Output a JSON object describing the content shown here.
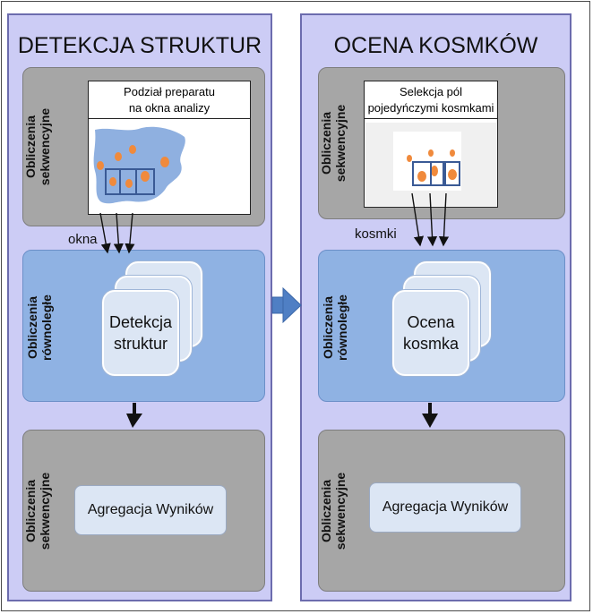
{
  "left": {
    "title": "DETEKCJA STRUKTUR",
    "seq1_label_line1": "Obliczenia",
    "seq1_label_line2": "sekwencyjne",
    "slide_caption_line1": "Podział preparatu",
    "slide_caption_line2": "na okna analizy",
    "link_label": "okna",
    "par_label_line1": "Obliczenia",
    "par_label_line2": "równoległe",
    "card_line1": "Detekcja",
    "card_line2": "struktur",
    "seq2_label_line1": "Obliczenia",
    "seq2_label_line2": "sekwencyjne",
    "agg_label": "Agregacja Wyników"
  },
  "right": {
    "title": "OCENA KOSMKÓW",
    "seq1_label_line1": "Obliczenia",
    "seq1_label_line2": "sekwencyjne",
    "slide_caption_line1": "Selekcja pól",
    "slide_caption_line2": "pojedyńczymi kosmkami",
    "link_label": "kosmki",
    "par_label_line1": "Obliczenia",
    "par_label_line2": "równoległe",
    "card_line1": "Ocena",
    "card_line2": "kosmka",
    "seq2_label_line1": "Obliczenia",
    "seq2_label_line2": "sekwencyjne",
    "agg_label": "Agregacja Wyników"
  },
  "colors": {
    "column_bg": "#ccccf5",
    "sequential_panel": "#a6a6a6",
    "parallel_panel": "#8fb2e3",
    "card": "#dce6f4",
    "tissue": "#8fb0e0",
    "cells": "#f08a3c",
    "window_outline": "#3a5a95",
    "connector_arrow": "#4f7fc4"
  }
}
